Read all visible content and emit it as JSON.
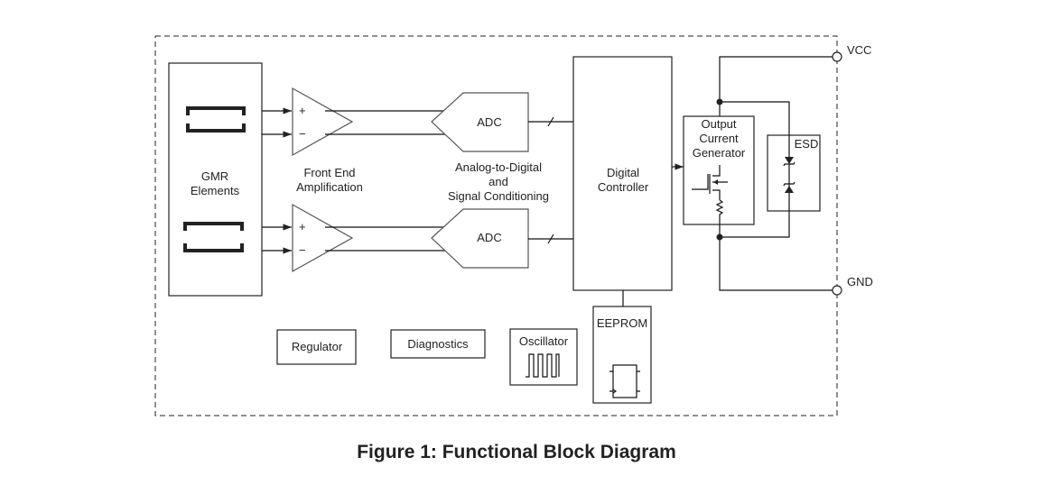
{
  "diagram": {
    "caption": "Figure 1: Functional Block Diagram",
    "gmr": {
      "line1": "GMR",
      "line2": "Elements"
    },
    "amp": {
      "line1": "Front End",
      "line2": "Amplification",
      "plus": "+",
      "minus": "−"
    },
    "adc": {
      "top": "ADC",
      "bottom": "ADC"
    },
    "adc_label": {
      "line1": "Analog-to-Digital",
      "line2": "and",
      "line3": "Signal Conditioning"
    },
    "controller": {
      "line1": "Digital",
      "line2": "Controller"
    },
    "output_gen": {
      "line1": "Output",
      "line2": "Current",
      "line3": "Generator"
    },
    "esd": "ESD",
    "pins": {
      "vcc": "VCC",
      "gnd": "GND"
    },
    "regulator": "Regulator",
    "diagnostics": "Diagnostics",
    "oscillator": "Oscillator",
    "eeprom": "EEPROM"
  }
}
